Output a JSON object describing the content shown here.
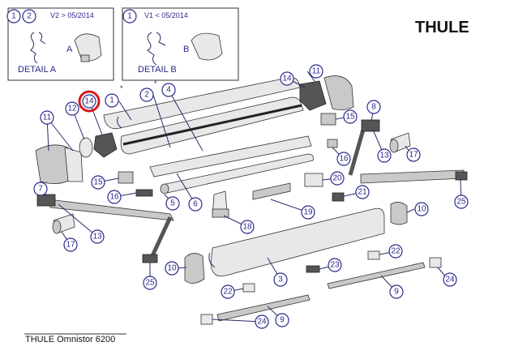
{
  "brand": "THULE",
  "caption": "THULE Omnistor 6200",
  "version_boxes": [
    {
      "circles": [
        "1",
        "2"
      ],
      "label": "V2 > 05/2014",
      "detail": "DETAIL A",
      "callout": "A"
    },
    {
      "circles": [
        "1"
      ],
      "label": "V1 < 05/2014",
      "detail": "DETAIL B",
      "callout": "B"
    }
  ],
  "callouts": [
    "1",
    "2",
    "4",
    "11",
    "14",
    "11",
    "12",
    "14",
    "15",
    "16",
    "7",
    "17",
    "13",
    "5",
    "6",
    "18",
    "19",
    "20",
    "21",
    "10",
    "8",
    "13",
    "15",
    "16",
    "17",
    "25",
    "10",
    "25",
    "3",
    "22",
    "23",
    "22",
    "9",
    "24",
    "24",
    "9"
  ],
  "marks": [
    "*",
    "*"
  ],
  "highlight_color": "#d81b1b"
}
